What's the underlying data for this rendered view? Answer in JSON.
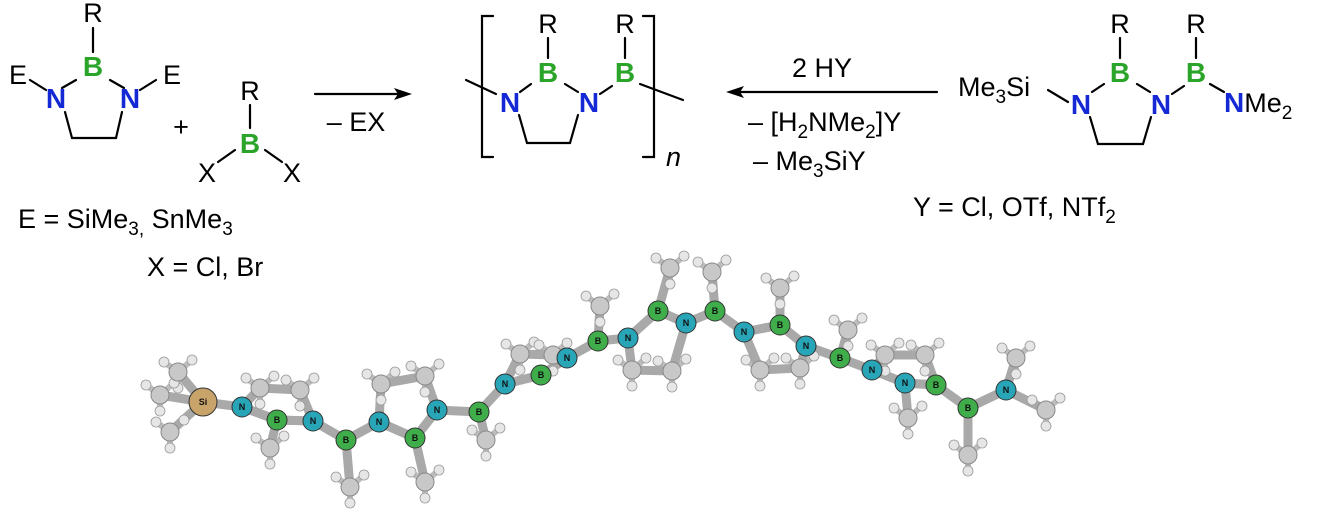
{
  "atoms": {
    "R": "R",
    "B": "B",
    "N": "N",
    "E": "E",
    "X": "X",
    "n": "n"
  },
  "reaction1": {
    "plus": "+",
    "minus_ex": "– EX"
  },
  "reaction2": {
    "hy": "2 HY",
    "byproduct1_pre": "– [H",
    "byproduct1_sub1": "2",
    "byproduct1_mid": "NMe",
    "byproduct1_sub2": "2",
    "byproduct1_post": "]Y",
    "byproduct2_pre": "– Me",
    "byproduct2_sub": "3",
    "byproduct2_post": "SiY"
  },
  "precursor": {
    "me3si_pre": "Me",
    "me3si_sub": "3",
    "me3si_post": "Si",
    "nme2_n": "N",
    "nme2_me": "Me",
    "nme2_sub": "2"
  },
  "legends": {
    "e_def_pre": "E = SiMe",
    "e_def_sub1": "3,",
    "e_def_mid": " SnMe",
    "e_def_sub2": "3",
    "x_def": "X = Cl, Br",
    "y_def_pre": "Y = Cl, OTf, NTf",
    "y_def_sub": "2"
  },
  "model": {
    "si": "Si",
    "b": "B",
    "n": "N"
  },
  "colors": {
    "boron": "#2aa52a",
    "nitrogen": "#1428d6",
    "ball_b": "#3fae4a",
    "ball_n": "#28a6b8",
    "ball_h": "#e6e6e6",
    "ball_c": "#c8c8c8",
    "ball_si": "#c9a46a"
  }
}
